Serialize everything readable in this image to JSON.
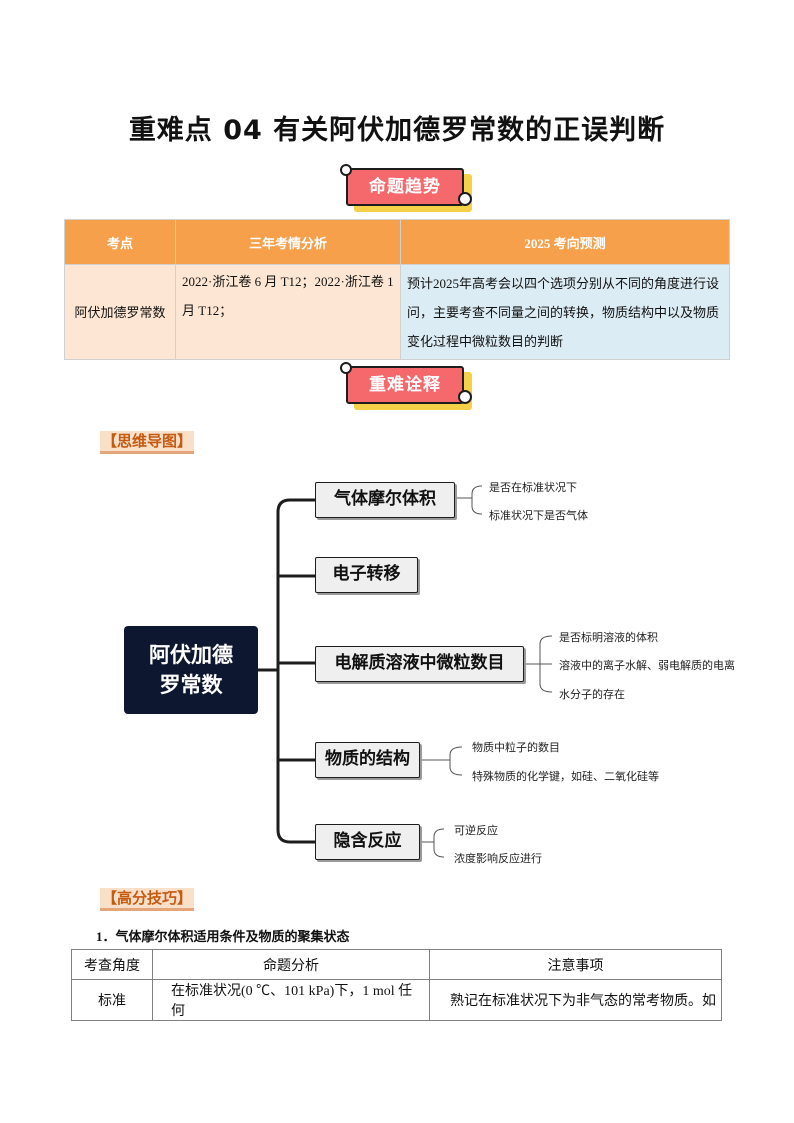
{
  "page_title": "重难点 04  有关阿伏加德罗常数的正误判断",
  "badges": {
    "trend": "命题趋势",
    "explain": "重难诠释"
  },
  "trend_table": {
    "headers": [
      "考点",
      "三年考情分析",
      "2025 考向预测"
    ],
    "row": {
      "point": "阿伏加德罗常数",
      "analysis": "2022·浙江卷 6 月 T12；2022·浙江卷 1 月 T12；",
      "forecast": "预计2025年高考会以四个选项分别从不同的角度进行设问，主要考查不同量之间的转换，物质结构中以及物质变化过程中微粒数目的判断"
    }
  },
  "section_tags": {
    "mindmap": "【思维导图】",
    "skills": "【高分技巧】"
  },
  "mindmap": {
    "root_line1": "阿伏加德",
    "root_line2": "罗常数",
    "branches": [
      {
        "label": "气体摩尔体积",
        "leaves": [
          "是否在标准状况下",
          "标准状况下是否气体"
        ]
      },
      {
        "label": "电子转移",
        "leaves": []
      },
      {
        "label": "电解质溶液中微粒数目",
        "leaves": [
          "是否标明溶液的体积",
          "溶液中的离子水解、弱电解质的电离",
          "水分子的存在"
        ]
      },
      {
        "label": "物质的结构",
        "leaves": [
          "物质中粒子的数目",
          "特殊物质的化学键，如硅、二氧化硅等"
        ]
      },
      {
        "label": "隐含反应",
        "leaves": [
          "可逆反应",
          "浓度影响反应进行"
        ]
      }
    ]
  },
  "skills": {
    "subheading": "1．气体摩尔体积适用条件及物质的聚集状态",
    "table_headers": [
      "考查角度",
      "命题分析",
      "注意事项"
    ],
    "row": [
      "标准",
      "在标准状况(0 ℃、101 kPa)下，1 mol 任何",
      "熟记在标准状况下为非气态的常考物质。如"
    ]
  }
}
